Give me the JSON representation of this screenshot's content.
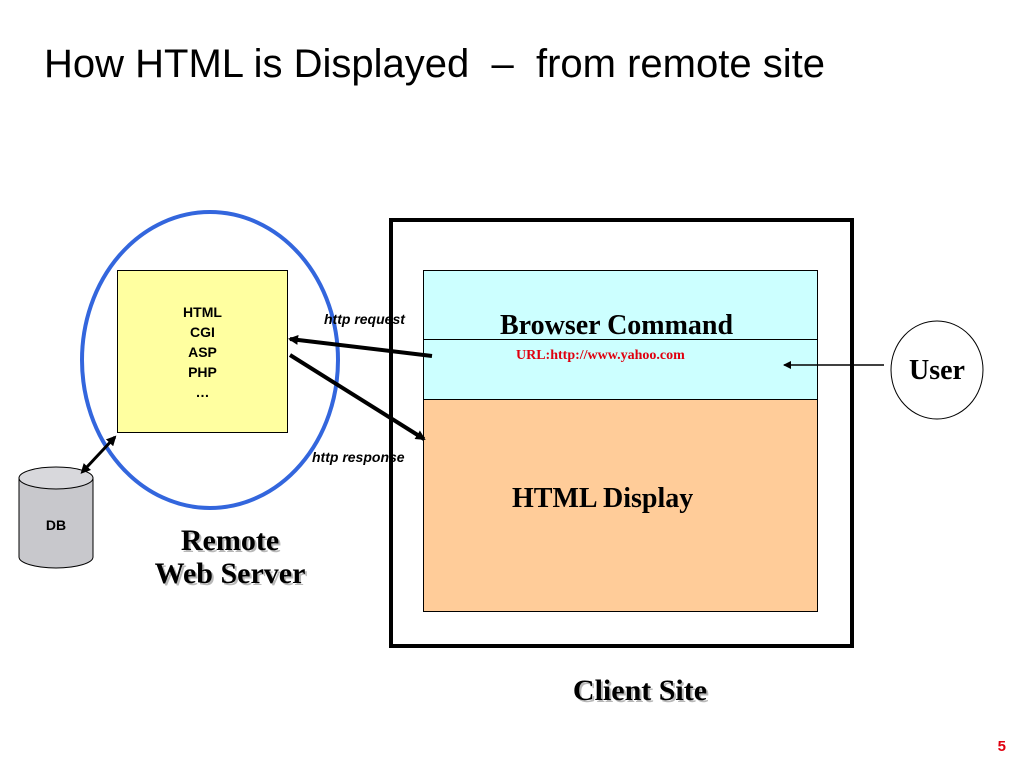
{
  "slide": {
    "title": "How HTML is Displayed  –  from remote site",
    "page_number": "5"
  },
  "server": {
    "technologies": [
      "HTML",
      "CGI",
      "ASP",
      "PHP",
      "…"
    ],
    "caption_line1": "Remote",
    "caption_line2": "Web Server"
  },
  "database": {
    "label": "DB"
  },
  "arrows": {
    "request_label": "http request",
    "response_label": "http response"
  },
  "client": {
    "browser_command": "Browser Command",
    "url": "URL:http://www.yahoo.com",
    "html_display": "HTML Display",
    "caption": "Client Site"
  },
  "user": {
    "label": "User"
  },
  "colors": {
    "server_box": "#ffffa0",
    "browser_command": "#ccffff",
    "html_display": "#ffcc99",
    "server_circle": "#3366dd",
    "url_text": "#e0000f",
    "page_number": "#e0000f",
    "database": "#c8c8cc"
  }
}
